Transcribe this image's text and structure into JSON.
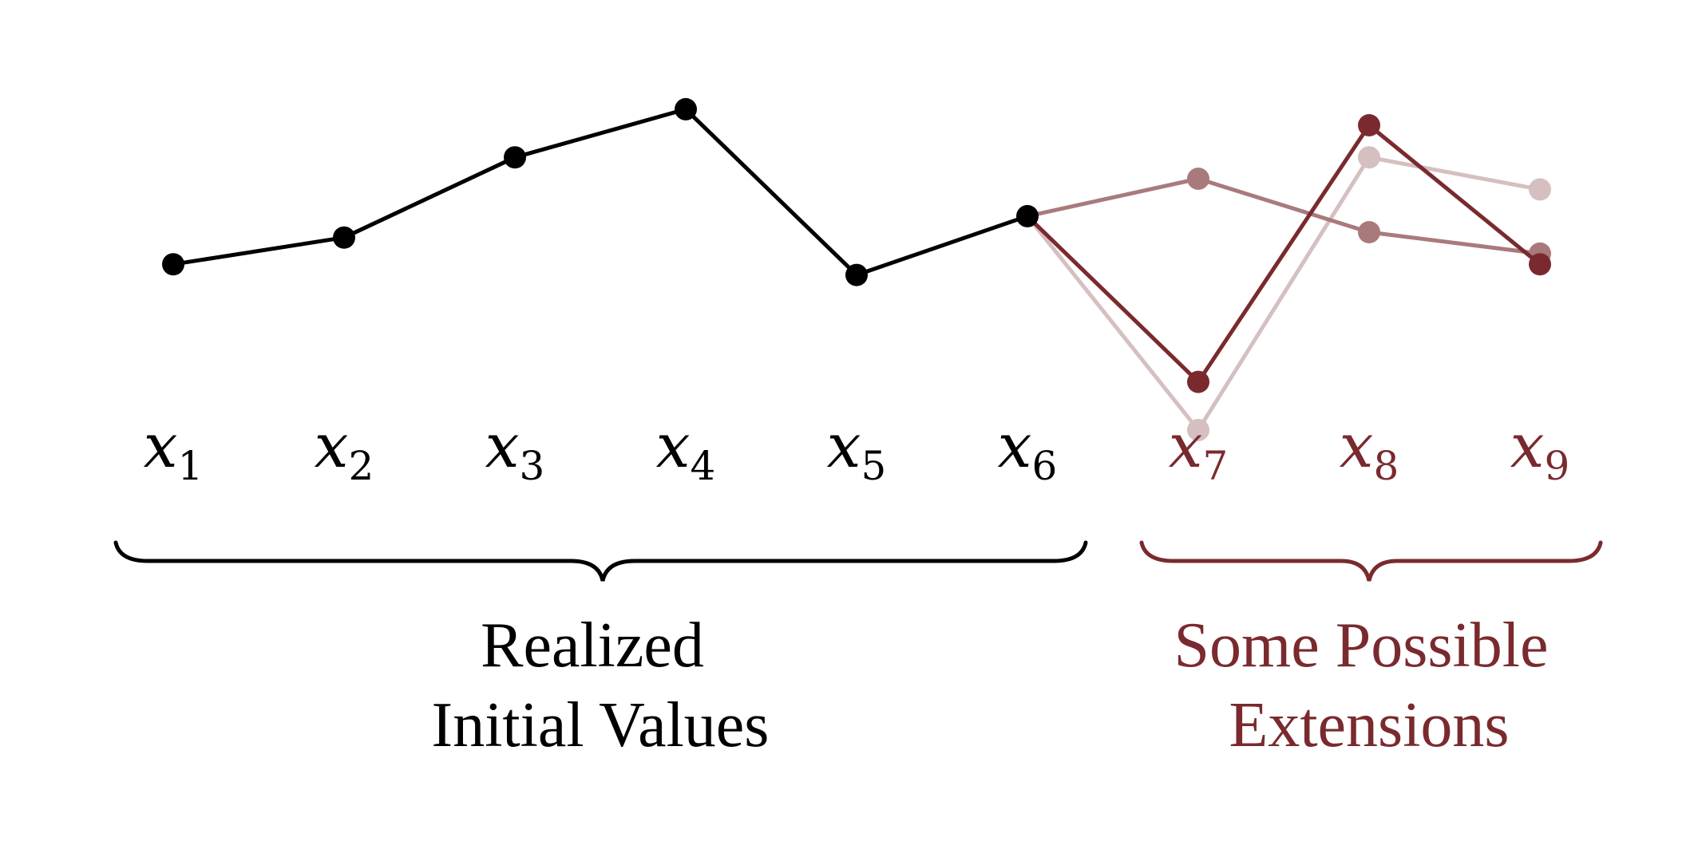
{
  "colors": {
    "realized": "#000000",
    "extension_dark": "#7a2a2e",
    "extension_mid": "#a97a7c",
    "extension_light": "#d6bfc0"
  },
  "labels": [
    {
      "var": "x",
      "sub": "1"
    },
    {
      "var": "x",
      "sub": "2"
    },
    {
      "var": "x",
      "sub": "3"
    },
    {
      "var": "x",
      "sub": "4"
    },
    {
      "var": "x",
      "sub": "5"
    },
    {
      "var": "x",
      "sub": "6"
    },
    {
      "var": "x",
      "sub": "7"
    },
    {
      "var": "x",
      "sub": "8"
    },
    {
      "var": "x",
      "sub": "9"
    }
  ],
  "realized": {
    "caption_line1": "Realized",
    "caption_line2": "Initial Values",
    "values": [
      5.4,
      5.9,
      7.4,
      8.3,
      5.2,
      6.3
    ]
  },
  "extensions": {
    "caption_line1": "Some Possible",
    "caption_line2": "Extensions",
    "paths": [
      {
        "shade": "extension_light",
        "values": [
          6.3,
          2.3,
          7.4,
          6.8
        ]
      },
      {
        "shade": "extension_mid",
        "values": [
          6.3,
          7.0,
          6.0,
          5.6
        ]
      },
      {
        "shade": "extension_dark",
        "values": [
          6.3,
          3.2,
          8.0,
          5.4
        ]
      }
    ]
  }
}
